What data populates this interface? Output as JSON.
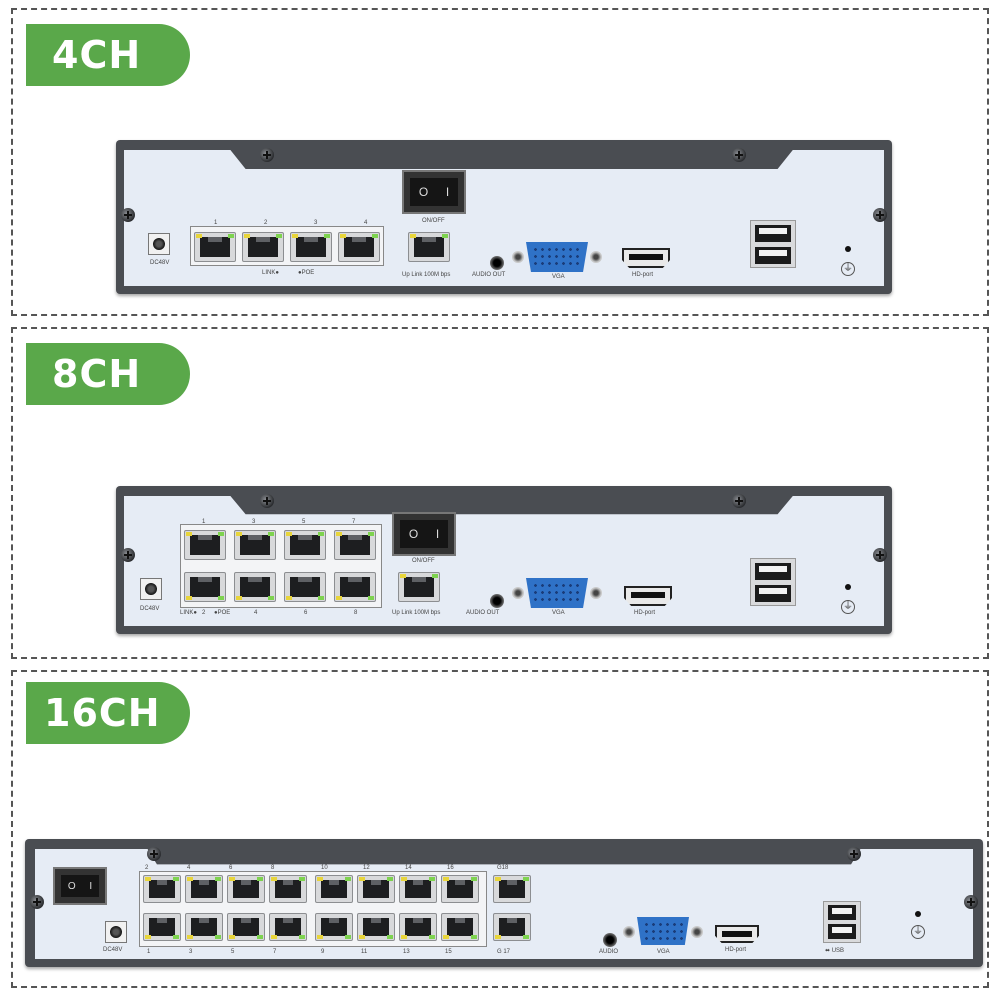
{
  "sections": [
    {
      "badge": "4CH",
      "labels": {
        "dc": "DC48V",
        "switch": "ON/OFF",
        "rj_left": "LINK●",
        "rj_right": "●POE",
        "uplink": "Up Link 100M bps",
        "audio": "AUDIO OUT",
        "vga": "VGA",
        "hd": "HD-port",
        "switch_o": "O",
        "switch_i": "I"
      },
      "port_numbers": [
        "1",
        "2",
        "3",
        "4"
      ]
    },
    {
      "badge": "8CH",
      "labels": {
        "dc": "DC48V",
        "switch": "ON/OFF",
        "rj_left": "LINK●",
        "rj_right": "●POE",
        "uplink": "Up Link 100M bps",
        "audio": "AUDIO OUT",
        "vga": "VGA",
        "hd": "HD-port",
        "switch_o": "O",
        "switch_i": "I"
      },
      "top_numbers": [
        "1",
        "3",
        "5",
        "7"
      ],
      "bottom_numbers": [
        "2",
        "4",
        "6",
        "8"
      ]
    },
    {
      "badge": "16CH",
      "labels": {
        "dc": "DC48V",
        "audio": "AUDIO",
        "vga": "VGA",
        "hd": "HD-port",
        "usb": "⬌ USB",
        "g18": "G18",
        "g17": "G 17",
        "switch_o": "O",
        "switch_i": "I"
      },
      "top_numbers": [
        "2",
        "4",
        "6",
        "8",
        "10",
        "12",
        "14",
        "16"
      ],
      "bottom_numbers": [
        "1",
        "3",
        "5",
        "7",
        "9",
        "11",
        "13",
        "15"
      ]
    }
  ],
  "colors": {
    "badge": "#5aa84a",
    "chassis": "#4a4d52",
    "panel": "#e6ecf5",
    "vga": "#2f72c7"
  },
  "icons": [
    "screw-icon",
    "ground-icon",
    "power-switch-icon"
  ]
}
